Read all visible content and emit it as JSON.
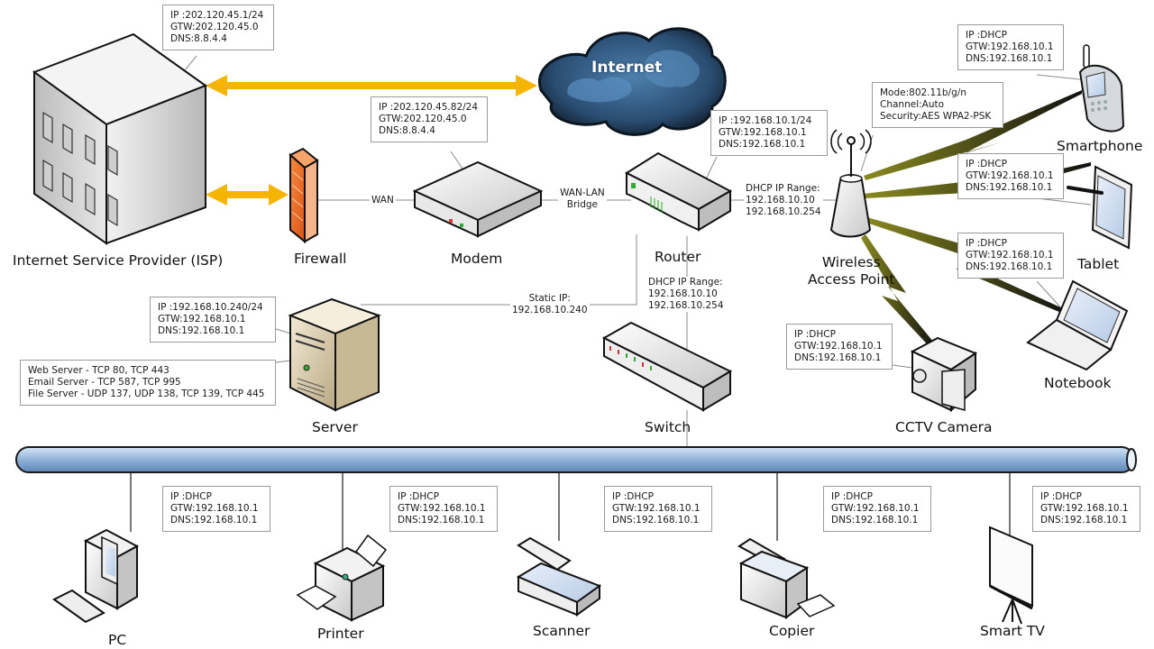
{
  "colors": {
    "arrow": "#f4b400",
    "bus": "#9dbde0",
    "cloud": "#2e5478",
    "firewall": "#e8732a",
    "wireless_link": "#6b6b10"
  },
  "internet": {
    "label": "Internet",
    "icon": "cloud-icon"
  },
  "isp": {
    "label": "Internet Service Provider (ISP)",
    "icon": "building-icon",
    "info": [
      "IP :202.120.45.1/24",
      "GTW:202.120.45.0",
      "DNS:8.8.4.4"
    ]
  },
  "firewall": {
    "label": "Firewall",
    "icon": "firewall-icon"
  },
  "modem": {
    "label": "Modem",
    "icon": "modem-icon",
    "info": [
      "IP :202.120.45.82/24",
      "GTW:202.120.45.0",
      "DNS:8.8.4.4"
    ]
  },
  "router": {
    "label": "Router",
    "icon": "router-icon",
    "info": [
      "IP :192.168.10.1/24",
      "GTW:192.168.10.1",
      "DNS:192.168.10.1"
    ]
  },
  "wireless_ap": {
    "label_line1": "Wireless",
    "label_line2": "Access Point",
    "icon": "wireless-access-point-icon",
    "info": [
      "Mode:802.11b/g/n",
      "Channel:Auto",
      "Security:AES WPA2-PSK"
    ]
  },
  "server": {
    "label": "Server",
    "icon": "server-icon",
    "info": [
      "IP :192.168.10.240/24",
      "GTW:192.168.10.1",
      "DNS:192.168.10.1"
    ],
    "services": [
      "Web Server - TCP 80, TCP 443",
      "Email Server - TCP 587, TCP 995",
      "File Server - UDP 137, UDP 138, TCP 139, TCP 445"
    ]
  },
  "switch": {
    "label": "Switch",
    "icon": "switch-icon"
  },
  "connections": {
    "wan": "WAN",
    "wan_lan_bridge": [
      "WAN-LAN",
      "Bridge"
    ],
    "router_ap_dhcp": [
      "DHCP IP Range:",
      "192.168.10.10",
      "192.168.10.254"
    ],
    "router_switch_dhcp": [
      "DHCP IP Range:",
      "192.168.10.10",
      "192.168.10.254"
    ],
    "server_static": [
      "Static IP:",
      "192.168.10.240"
    ]
  },
  "wireless_clients": [
    {
      "label": "Smartphone",
      "icon": "smartphone-icon",
      "info": [
        "IP :DHCP",
        "GTW:192.168.10.1",
        "DNS:192.168.10.1"
      ]
    },
    {
      "label": "Tablet",
      "icon": "tablet-icon",
      "info": [
        "IP :DHCP",
        "GTW:192.168.10.1",
        "DNS:192.168.10.1"
      ]
    },
    {
      "label": "Notebook",
      "icon": "notebook-icon",
      "info": [
        "IP :DHCP",
        "GTW:192.168.10.1",
        "DNS:192.168.10.1"
      ]
    },
    {
      "label": "CCTV Camera",
      "icon": "camera-icon",
      "info": [
        "IP :DHCP",
        "GTW:192.168.10.1",
        "DNS:192.168.10.1"
      ]
    }
  ],
  "lan_devices": [
    {
      "label": "PC",
      "icon": "pc-icon",
      "info": [
        "IP :DHCP",
        "GTW:192.168.10.1",
        "DNS:192.168.10.1"
      ]
    },
    {
      "label": "Printer",
      "icon": "printer-icon",
      "info": [
        "IP :DHCP",
        "GTW:192.168.10.1",
        "DNS:192.168.10.1"
      ]
    },
    {
      "label": "Scanner",
      "icon": "scanner-icon",
      "info": [
        "IP :DHCP",
        "GTW:192.168.10.1",
        "DNS:192.168.10.1"
      ]
    },
    {
      "label": "Copier",
      "icon": "copier-icon",
      "info": [
        "IP :DHCP",
        "GTW:192.168.10.1",
        "DNS:192.168.10.1"
      ]
    },
    {
      "label": "Smart TV",
      "icon": "smart-tv-icon",
      "info": [
        "IP :DHCP",
        "GTW:192.168.10.1",
        "DNS:192.168.10.1"
      ]
    }
  ]
}
